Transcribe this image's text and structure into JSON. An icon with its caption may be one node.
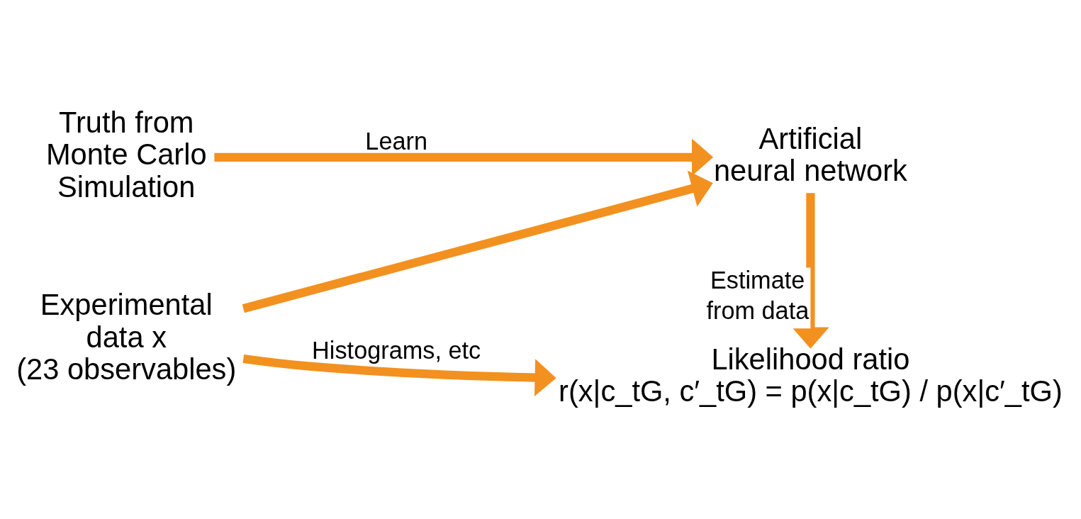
{
  "diagram": {
    "nodes": [
      {
        "text": [
          "Experimental data x (23 observables)"
        ]
      },
      {
        "text": [
          "Likelihood ratio",
          "r(x|c_tG, c′_tG) = p(x|c_tG) / p(x|c′_tG)"
        ]
      },
      {
        "text": [
          "Truth from Monte Carlo Simulation"
        ]
      },
      {
        "text": [
          "Artificial neural network"
        ]
      }
    ],
    "edges": [
      {
        "from": 0,
        "to": 1,
        "arrow": "to",
        "label": "Histograms, etc"
      },
      {
        "from": 0,
        "to": 3,
        "arrow": "to"
      },
      {
        "from": 2,
        "to": 3,
        "arrow": "to",
        "label": "Learn"
      },
      {
        "from": 3,
        "to": 1,
        "arrow": "to",
        "label": "Estimate from data"
      }
    ]
  }
}
